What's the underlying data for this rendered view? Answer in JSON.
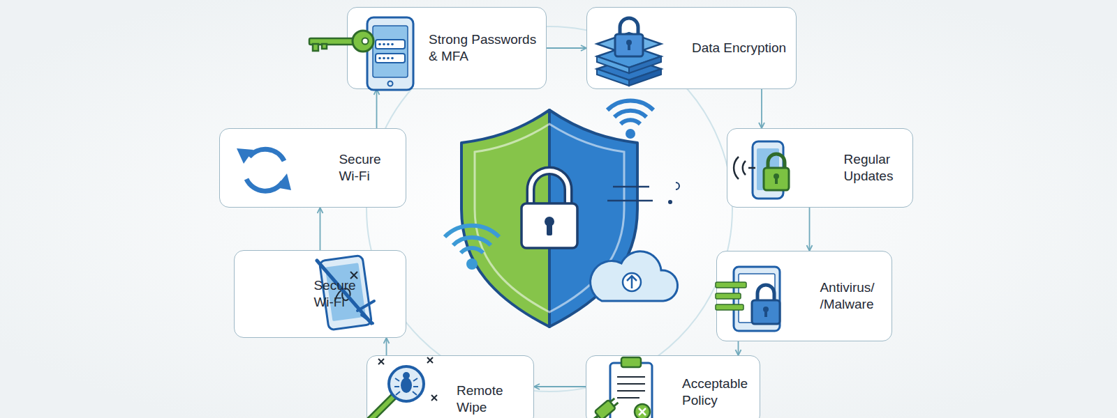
{
  "diagram": {
    "nodes": [
      {
        "text": [
          "Strong Passwords & MFA"
        ]
      },
      {
        "text": [
          "Data Encryption"
        ]
      },
      {
        "text": [
          "Regular Updates"
        ]
      },
      {
        "text": [
          "Antivirus/ /Malware"
        ]
      },
      {
        "text": [
          "Acceptable Policy"
        ]
      },
      {
        "text": [
          "Remote Wipe"
        ]
      },
      {
        "text": [
          "Secure Wi-Fi"
        ]
      },
      {
        "text": [
          "Secure Wi-Fi"
        ]
      }
    ],
    "edges": [
      {
        "from": 0,
        "to": 1,
        "arrow": "to"
      },
      {
        "from": 1,
        "to": 2,
        "arrow": "to"
      },
      {
        "from": 2,
        "to": 3,
        "arrow": "to"
      },
      {
        "from": 3,
        "to": 4,
        "arrow": "to"
      },
      {
        "from": 4,
        "to": 5,
        "arrow": "to"
      },
      {
        "from": 5,
        "to": 6,
        "arrow": "to"
      },
      {
        "from": 6,
        "to": 7,
        "arrow": "to"
      },
      {
        "from": 7,
        "to": 0,
        "arrow": "to"
      }
    ]
  }
}
